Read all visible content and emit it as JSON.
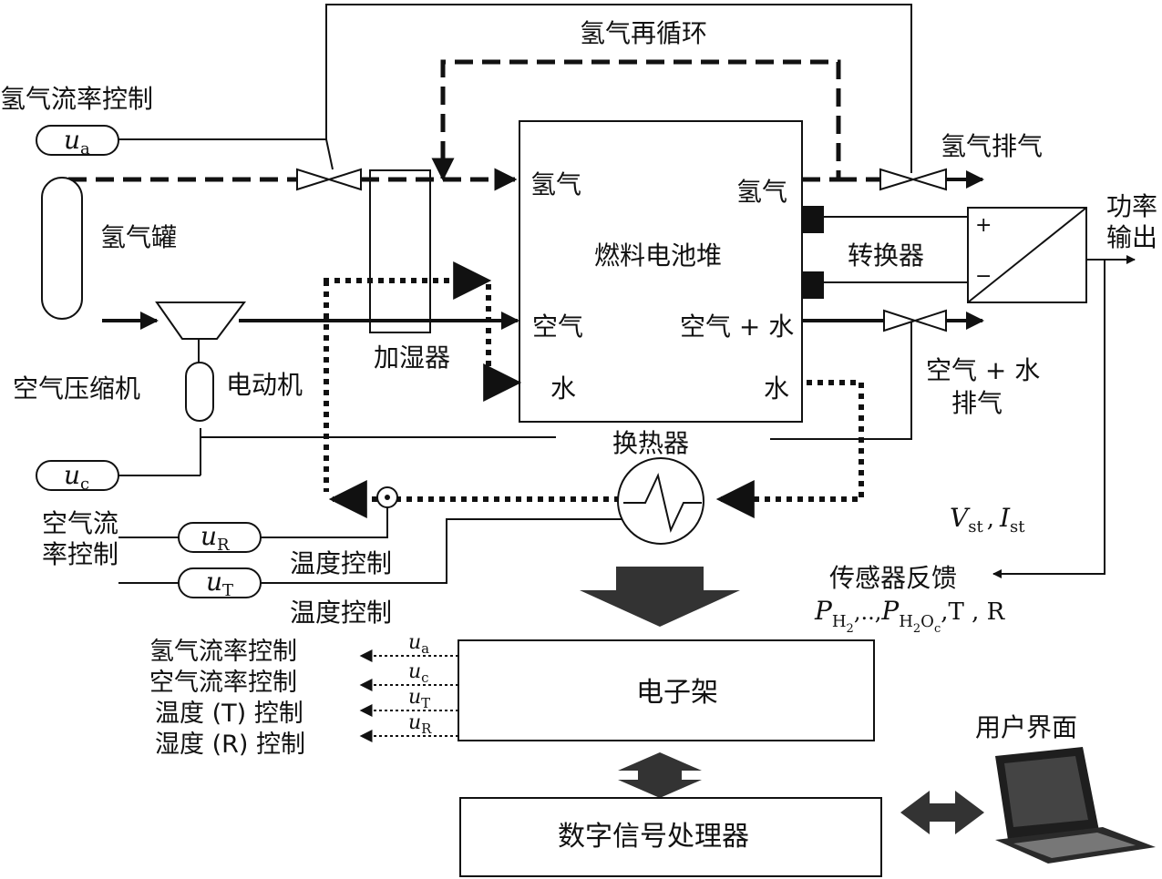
{
  "labels": {
    "h2_recirc": "氢气再循环",
    "h2_flow_ctrl": "氢气流率控制",
    "h2_tank": "氢气罐",
    "air_compressor": "空气压缩机",
    "motor": "电动机",
    "air_flow_ctrl_1": "空气流",
    "air_flow_ctrl_2": "率控制",
    "humidifier": "加湿器",
    "stack": "燃料电池堆",
    "port_h2_in": "氢气",
    "port_air_in": "空气",
    "port_water_in": "水",
    "port_h2_out": "氢气",
    "port_air_water_out": "空气 + 水",
    "port_water_out": "水",
    "h2_exhaust": "氢气排气",
    "power_out_1": "功率",
    "power_out_2": "输出",
    "converter": "转换器",
    "converter_plus": "+",
    "converter_minus": "−",
    "air_water_exhaust_1": "空气 + 水",
    "air_water_exhaust_2": "排气",
    "heat_exchanger": "换热器",
    "temp_ctrl_1": "温度控制",
    "temp_ctrl_2": "温度控制",
    "sensor_feedback": "传感器反馈",
    "electronics_rack": "电子架",
    "dsp": "数字信号处理器",
    "user_interface": "用户界面",
    "out_h2": "氢气流率控制",
    "out_air": "空气流率控制",
    "out_temp": "温度 (T) 控制",
    "out_hum": "湿度 (R) 控制"
  },
  "signals": {
    "u": "u",
    "a": "a",
    "c": "c",
    "R": "R",
    "T": "T",
    "V": "V",
    "I": "I",
    "st": "st",
    "comma": ",",
    "P": "P",
    "H2": "H",
    "two": "2",
    "H2Oc": "H",
    "two_b": "2",
    "O": "O",
    "c_sub": "c",
    "dots": ",..,",
    "tail": ",T , R"
  }
}
